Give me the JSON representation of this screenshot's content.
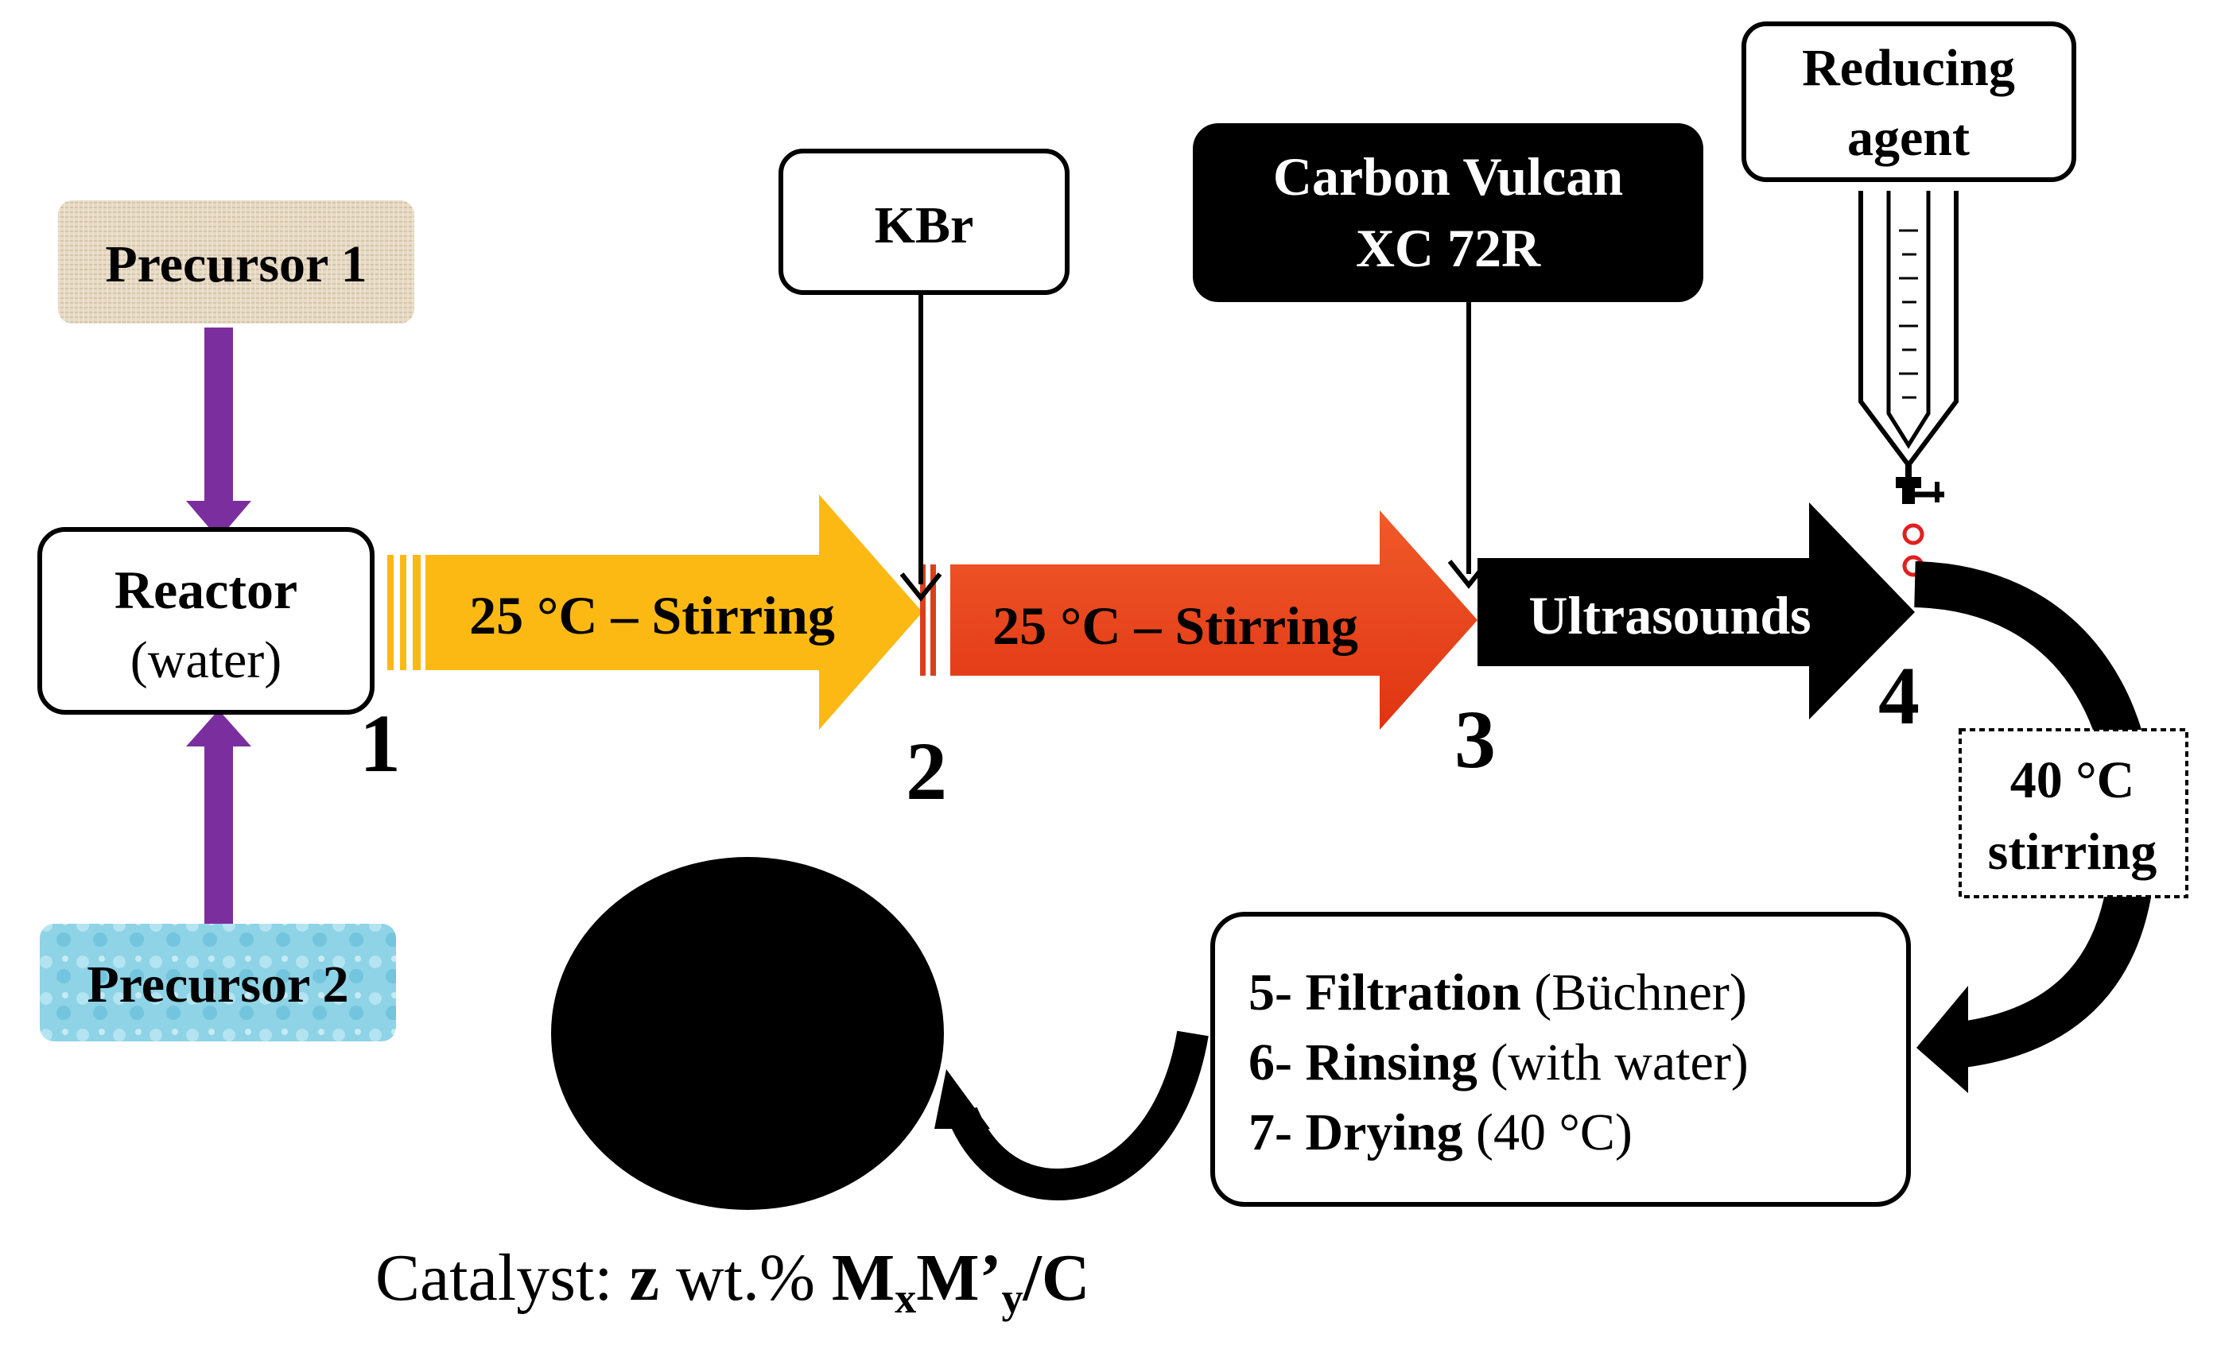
{
  "precursor1": {
    "label": "Precursor 1"
  },
  "precursor2": {
    "label": "Precursor 2"
  },
  "reactor": {
    "title": "Reactor",
    "subtitle": "(water)"
  },
  "kbr": {
    "label": "KBr"
  },
  "carbon": {
    "line1": "Carbon Vulcan",
    "line2": "XC 72R"
  },
  "reducing": {
    "line1": "Reducing",
    "line2": "agent"
  },
  "arrows": {
    "stir1": "25 °C – Stirring",
    "stir2": "25 °C – Stirring",
    "ultra": "Ultrasounds"
  },
  "steps": {
    "s1": "1",
    "s2": "2",
    "s3": "3",
    "s4": "4"
  },
  "heating": {
    "line1": "40 °C",
    "line2": "stirring"
  },
  "post": {
    "l5_num": "5-",
    "l5_bold": "Filtration",
    "l5_rest": "(Büchner)",
    "l6_num": "6-",
    "l6_bold": "Rinsing",
    "l6_rest": "(with water)",
    "l7_num": "7-",
    "l7_bold": "Drying",
    "l7_rest": "(40 °C)"
  },
  "catalyst": {
    "prefix": "Catalyst:",
    "z": "z",
    "wt": "wt.%",
    "m": "M",
    "x": "x",
    "m2": "M’",
    "y": "y",
    "c": "/C"
  },
  "colors": {
    "purple": "#7B2F9E",
    "yellow": "#FDB913",
    "orange": "#E8401C",
    "black": "#000000",
    "p1_fill": "#E6DAC6",
    "p2_fill": "#8ED3E6"
  }
}
